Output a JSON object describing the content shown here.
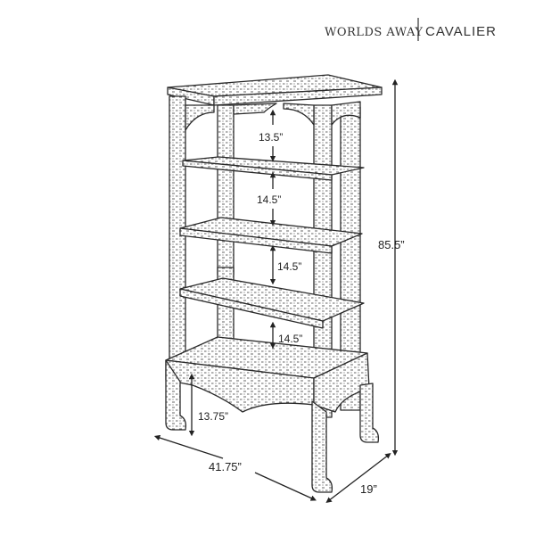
{
  "header": {
    "brand": "WORLDS AWAY",
    "product": "CAVALIER"
  },
  "dimensions": {
    "shelf_gap_top": "13.5”",
    "shelf_gap_2": "14.5”",
    "shelf_gap_3": "14.5”",
    "shelf_gap_4": "14.5”",
    "leg_height": "13.75”",
    "height": "85.5”",
    "width": "41.75”",
    "depth": "19”"
  }
}
